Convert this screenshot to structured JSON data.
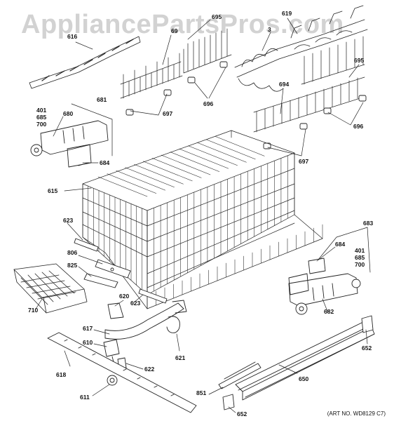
{
  "watermark": "AppliancePartsPros.com",
  "art_number": "(ART NO. WD8129 C7)",
  "labels": {
    "l616": "616",
    "l695a": "695",
    "l695b": "695",
    "l69": "69",
    "l619": "619",
    "l3": "3",
    "l694": "694",
    "l697a": "697",
    "l697b": "697",
    "l696a": "696",
    "l696b": "696",
    "l681": "681",
    "l680": "680",
    "l684a": "684",
    "l684b": "684",
    "l615": "615",
    "l623a": "623",
    "l623b": "623",
    "l806": "806",
    "l825": "825",
    "l710": "710",
    "l620": "620",
    "l617": "617",
    "l610": "610",
    "l618": "618",
    "l622": "622",
    "l621": "621",
    "l611": "611",
    "l683": "683",
    "l682": "682",
    "l652a": "652",
    "l652b": "652",
    "l650": "650",
    "l851": "851"
  },
  "stack_left": [
    "401",
    "685",
    "700"
  ],
  "stack_right": [
    "401",
    "685",
    "700"
  ]
}
